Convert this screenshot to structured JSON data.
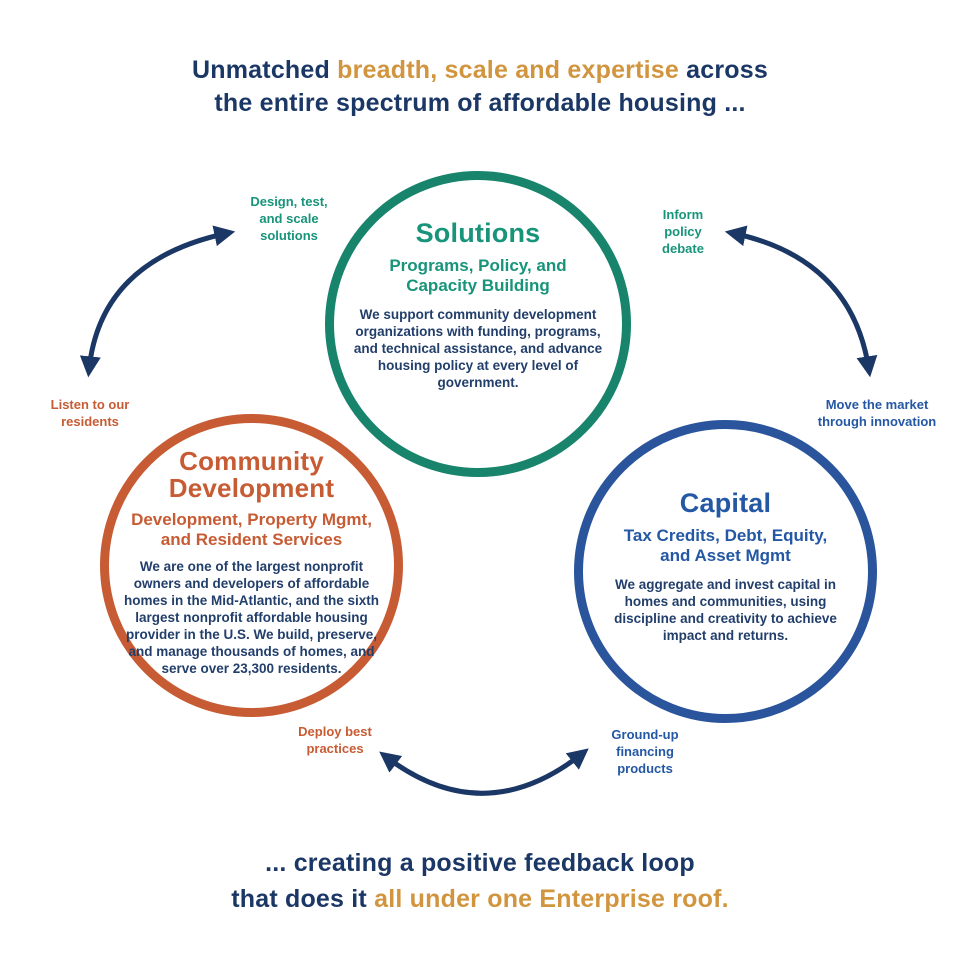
{
  "title": {
    "line1_part1": "Unmatched ",
    "line1_highlight": "breadth, scale and expertise",
    "line1_part2": " across",
    "line2": "the entire spectrum of affordable housing ..."
  },
  "circles": {
    "solutions": {
      "title": "Solutions",
      "subtitle": "Programs, Policy, and Capacity Building",
      "body": "We support community development organizations with funding, programs, and technical assistance, and advance housing policy at every level of government."
    },
    "community": {
      "title": "Community Development",
      "subtitle": "Development, Property Mgmt, and Resident Services",
      "body": "We are one of the largest nonprofit owners and developers of affordable homes in the Mid-Atlantic, and the sixth largest nonprofit affordable housing provider in the U.S. We build, preserve, and manage thousands of homes, and serve over 23,300 residents."
    },
    "capital": {
      "title": "Capital",
      "subtitle": "Tax Credits, Debt, Equity, and Asset Mgmt",
      "body": "We aggregate and invest capital in homes and communities, using discipline and creativity to achieve impact and returns."
    }
  },
  "flow_labels": {
    "design": "Design, test, and scale solutions",
    "inform": "Inform policy debate",
    "listen": "Listen to our residents",
    "move": "Move the market through innovation",
    "deploy": "Deploy best practices",
    "ground_up": "Ground-up financing products"
  },
  "footer": {
    "line1": "... creating a positive feedback loop",
    "line2_part1": "that does it ",
    "line2_highlight": "all under one Enterprise roof."
  },
  "palette": {
    "navy": "#1B3765",
    "gold": "#D1953F",
    "green": "#18947A",
    "green-border": "#17846B",
    "orange": "#C75C34",
    "blue": "#2457A4",
    "blue-border": "#2A549B",
    "body": "#223E6B"
  }
}
